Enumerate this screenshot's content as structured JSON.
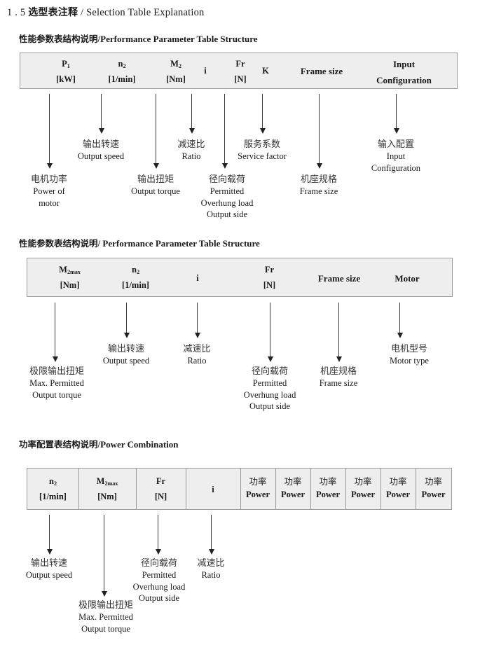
{
  "title": {
    "number": "1 . 5",
    "cn": "选型表注释",
    "sep": "/",
    "en": "Selection Table Explanation"
  },
  "sections": [
    {
      "heading_cn": "性能参数表结构说明",
      "heading_sep": "/",
      "heading_en": "Performance Parameter Table Structure",
      "columns": [
        {
          "sym": "P",
          "sub": "1",
          "unit": "[kW]"
        },
        {
          "sym": "n",
          "sub": "2",
          "unit": "[1/min]"
        },
        {
          "sym": "M",
          "sub": "2",
          "unit": "[Nm]"
        },
        {
          "sym": "i",
          "sub": "",
          "unit": ""
        },
        {
          "sym": "Fr",
          "sub": "",
          "unit": "[N]"
        },
        {
          "sym": "K",
          "sub": "",
          "unit": ""
        },
        {
          "sym": "Frame size",
          "sub": "",
          "unit": ""
        },
        {
          "sym": "Input",
          "sub": "",
          "unit": "Configuration"
        }
      ],
      "callouts": [
        {
          "cn": "电机功率",
          "en": [
            "Power of",
            "motor"
          ]
        },
        {
          "cn": "输出转速",
          "en": [
            "Output speed"
          ]
        },
        {
          "cn": "输出扭矩",
          "en": [
            "Output torque"
          ]
        },
        {
          "cn": "减速比",
          "en": [
            "Ratio"
          ]
        },
        {
          "cn": "径向载荷",
          "en": [
            "Permitted",
            "Overhung load",
            "Output side"
          ]
        },
        {
          "cn": "服务系数",
          "en": [
            "Service factor"
          ]
        },
        {
          "cn": "机座规格",
          "en": [
            "Frame size"
          ]
        },
        {
          "cn": "输入配置",
          "en": [
            "Input",
            "Configuration"
          ]
        }
      ]
    },
    {
      "heading_cn": "性能参数表结构说明",
      "heading_sep": "/",
      "heading_en": "Performance Parameter Table Structure",
      "columns": [
        {
          "sym": "M",
          "sub": "2max",
          "unit": "[Nm]"
        },
        {
          "sym": "n",
          "sub": "2",
          "unit": "[1/min]"
        },
        {
          "sym": "i",
          "sub": "",
          "unit": ""
        },
        {
          "sym": "Fr",
          "sub": "",
          "unit": "[N]"
        },
        {
          "sym": "Frame size",
          "sub": "",
          "unit": ""
        },
        {
          "sym": "Motor",
          "sub": "",
          "unit": ""
        }
      ],
      "callouts": [
        {
          "cn": "极限输出扭矩",
          "en": [
            "Max. Permitted",
            "Output  torque"
          ]
        },
        {
          "cn": "输出转速",
          "en": [
            "Output speed"
          ]
        },
        {
          "cn": "减速比",
          "en": [
            "Ratio"
          ]
        },
        {
          "cn": "径向载荷",
          "en": [
            "Permitted",
            "Overhung load",
            "Output side"
          ]
        },
        {
          "cn": "机座规格",
          "en": [
            "Frame size"
          ]
        },
        {
          "cn": "电机型号",
          "en": [
            "Motor type"
          ]
        }
      ]
    },
    {
      "heading_cn": "功率配置表结构说明",
      "heading_sep": "/",
      "heading_en": "Power Combination",
      "columns": [
        {
          "sym": "n",
          "sub": "2",
          "unit": "[1/min]"
        },
        {
          "sym": "M",
          "sub": "2max",
          "unit": "[Nm]"
        },
        {
          "sym": "Fr",
          "sub": "",
          "unit": "[N]"
        },
        {
          "sym": "i",
          "sub": "",
          "unit": ""
        },
        {
          "cn": "功率",
          "unit": "Power"
        },
        {
          "cn": "功率",
          "unit": "Power"
        },
        {
          "cn": "功率",
          "unit": "Power"
        },
        {
          "cn": "功率",
          "unit": "Power"
        },
        {
          "cn": "功率",
          "unit": "Power"
        },
        {
          "cn": "功率",
          "unit": "Power"
        }
      ],
      "callouts": [
        {
          "cn": "输出转速",
          "en": [
            "Output speed"
          ]
        },
        {
          "cn": "极限输出扭矩",
          "en": [
            "Max. Permitted",
            "Output  torque"
          ]
        },
        {
          "cn": "径向载荷",
          "en": [
            "Permitted",
            "Overhung load",
            "Output side"
          ]
        },
        {
          "cn": "减速比",
          "en": [
            "Ratio"
          ]
        }
      ]
    }
  ],
  "colors": {
    "table_fill": "#eeeeee",
    "table_border": "#9a9a9a",
    "arrow": "#222222",
    "text": "#1a1a1a"
  }
}
